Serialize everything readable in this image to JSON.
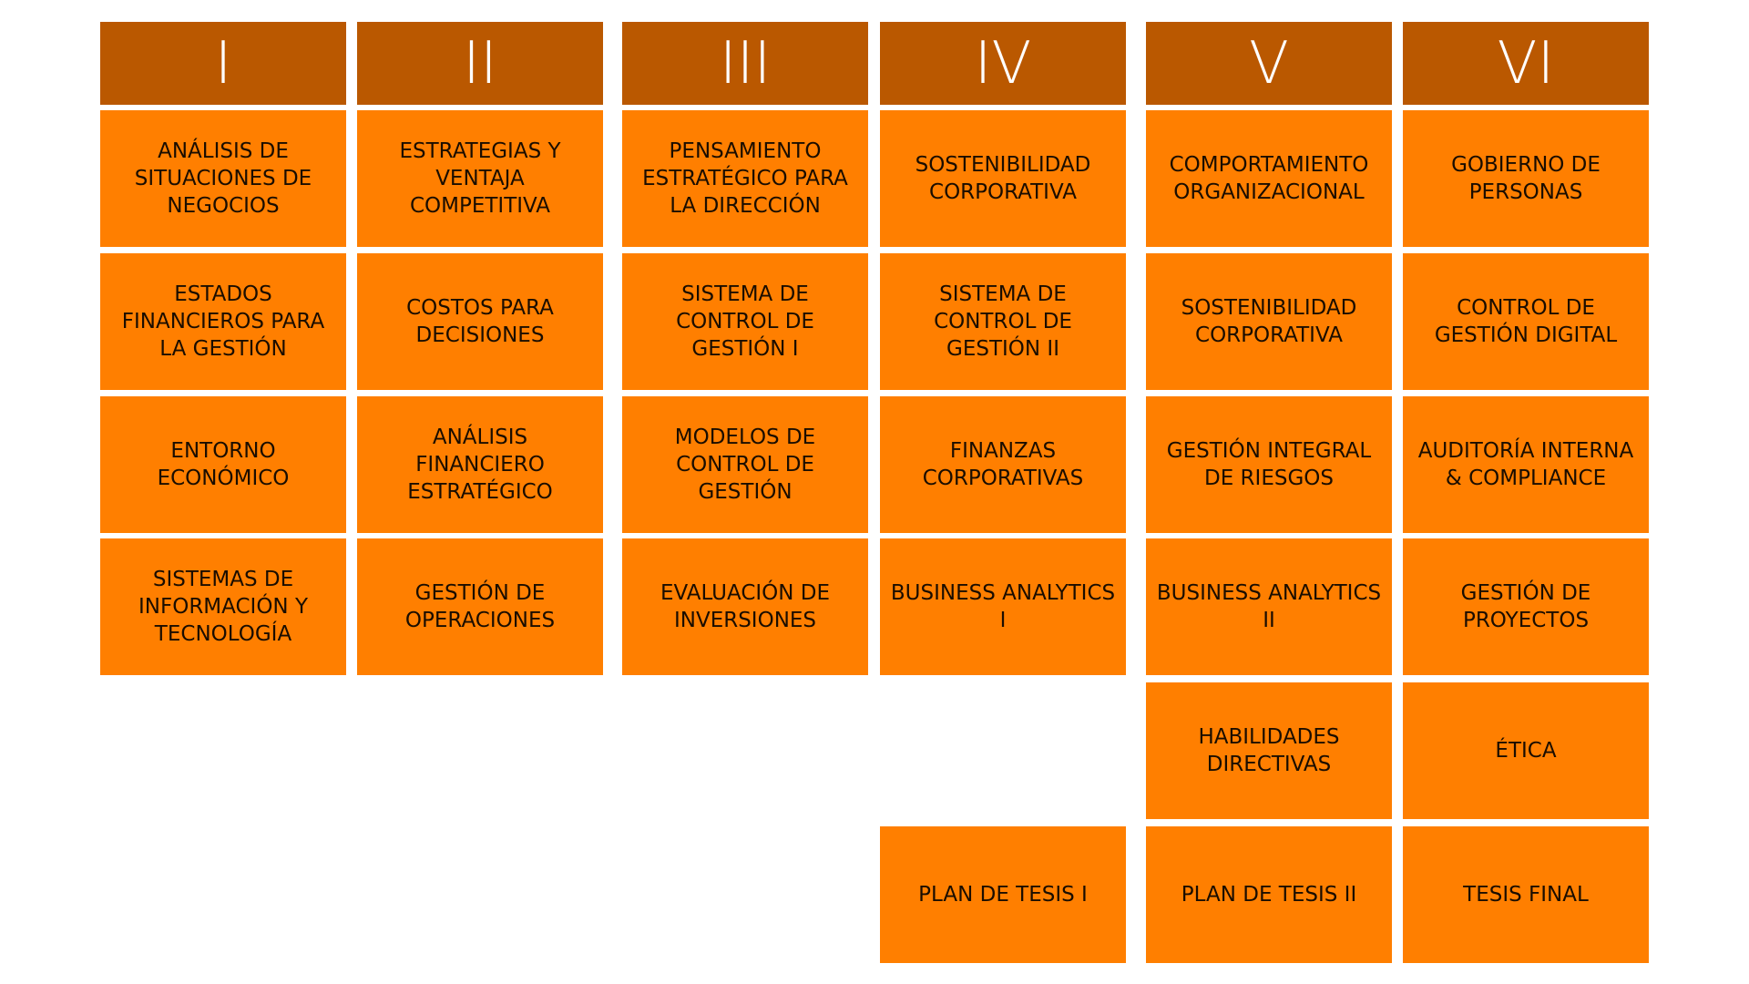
{
  "colors": {
    "header": "#BA5800",
    "course": "#FF7F00"
  },
  "semesters": [
    {
      "label": "I",
      "courses": [
        "ANÁLISIS DE SITUACIONES DE NEGOCIOS",
        "ESTADOS FINANCIEROS PARA LA GESTIÓN",
        "ENTORNO ECONÓMICO",
        "SISTEMAS DE INFORMACIÓN Y TECNOLOGÍA"
      ]
    },
    {
      "label": "II",
      "courses": [
        "ESTRATEGIAS Y VENTAJA COMPETITIVA",
        "COSTOS PARA DECISIONES",
        "ANÁLISIS FINANCIERO ESTRATÉGICO",
        "GESTIÓN DE OPERACIONES"
      ]
    },
    {
      "label": "III",
      "courses": [
        "PENSAMIENTO ESTRATÉGICO PARA LA DIRECCIÓN",
        "SISTEMA DE CONTROL DE GESTIÓN I",
        "MODELOS DE CONTROL DE GESTIÓN",
        "EVALUACIÓN DE INVERSIONES"
      ]
    },
    {
      "label": "IV",
      "courses": [
        "SOSTENIBILIDAD CORPORATIVA",
        "SISTEMA DE CONTROL DE GESTIÓN II",
        "FINANZAS CORPORATIVAS",
        "BUSINESS ANALYTICS I",
        "PLAN DE TESIS I"
      ]
    },
    {
      "label": "V",
      "courses": [
        "COMPORTAMIENTO ORGANIZACIONAL",
        "SOSTENIBILIDAD CORPORATIVA",
        "GESTIÓN INTEGRAL DE RIESGOS",
        "BUSINESS ANALYTICS II",
        "HABILIDADES DIRECTIVAS",
        "PLAN DE TESIS II"
      ]
    },
    {
      "label": "VI",
      "courses": [
        "GOBIERNO DE PERSONAS",
        "CONTROL DE GESTIÓN DIGITAL",
        "AUDITORÍA INTERNA & COMPLIANCE",
        "GESTIÓN DE PROYECTOS",
        "ÉTICA",
        "TESIS FINAL"
      ]
    }
  ]
}
